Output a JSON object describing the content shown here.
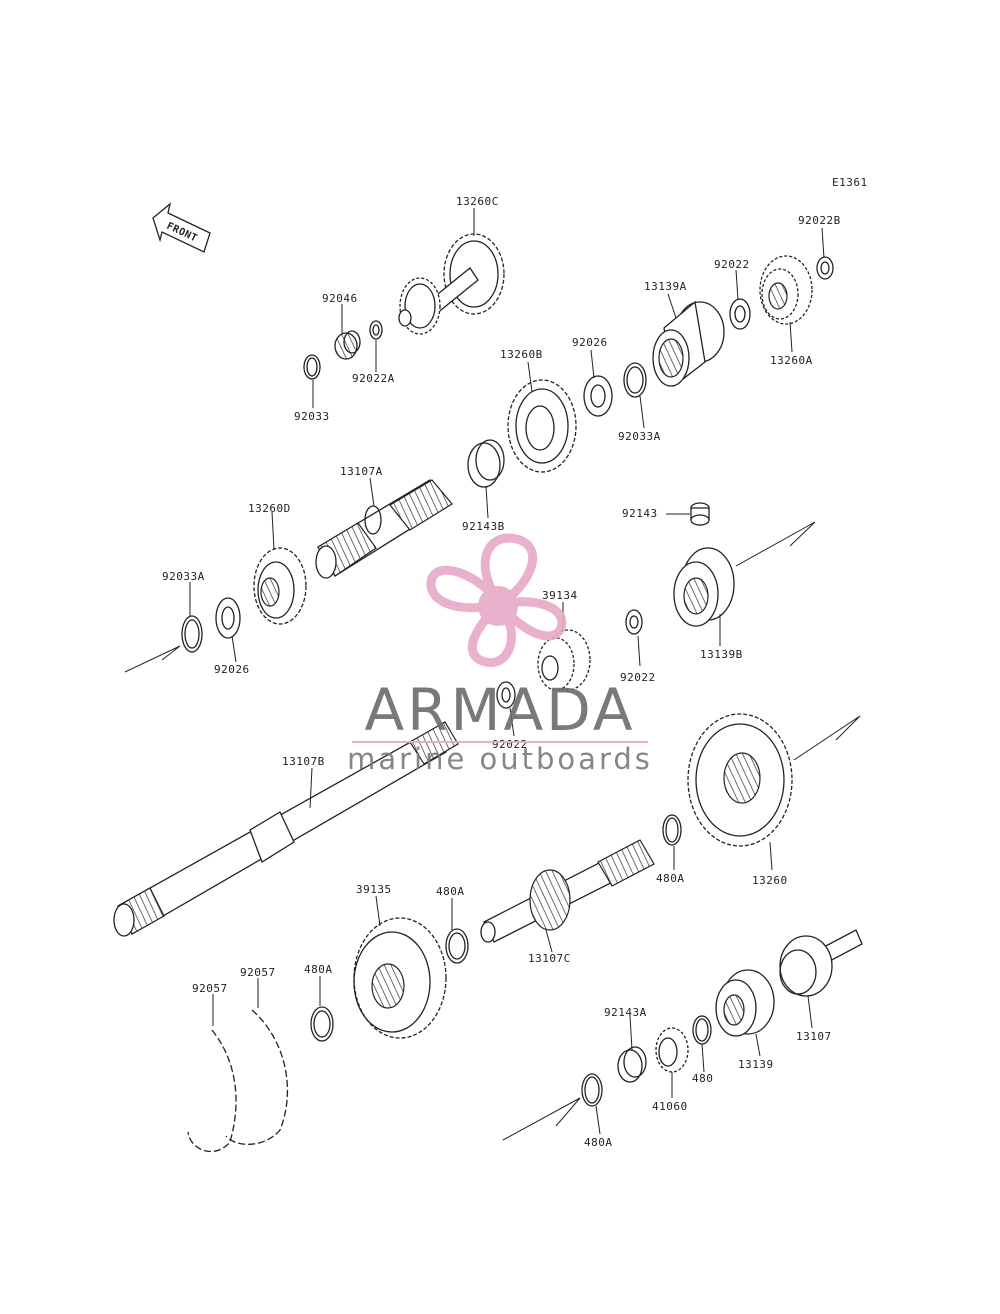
{
  "diagram": {
    "code": "E1361",
    "front_label": "FRONT",
    "parts": [
      "13260C",
      "92046",
      "92022A",
      "92033",
      "13139A",
      "92022",
      "92022B",
      "13260A",
      "92026",
      "92033A",
      "13260B",
      "13107A",
      "92143B",
      "13260D",
      "92033A",
      "92026",
      "92143",
      "13139B",
      "39134",
      "92022",
      "92022",
      "13107B",
      "13260",
      "480A",
      "13107C",
      "39135",
      "480A",
      "480A",
      "92057",
      "92057",
      "92143A",
      "480",
      "13139",
      "13107",
      "41060",
      "480A"
    ]
  },
  "watermark": {
    "brand": "ARMADA",
    "tagline": "marine outboards",
    "color_pink": "#e8a9c8",
    "color_gray": "#6b6b6b"
  }
}
